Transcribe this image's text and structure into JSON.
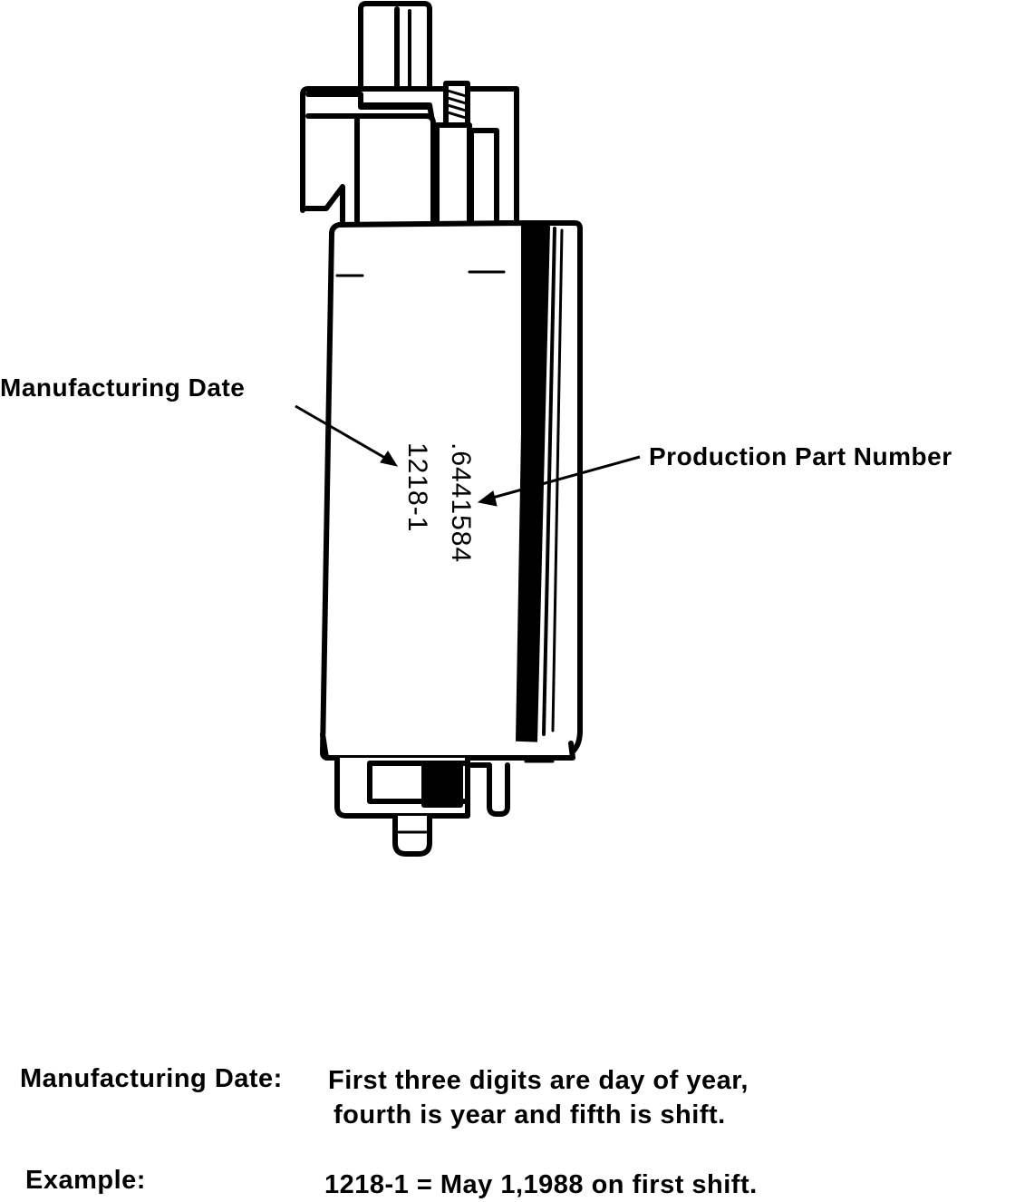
{
  "callouts": {
    "manufacturing_date": "Manufacturing Date",
    "production_part_number": "Production Part Number"
  },
  "stamp": {
    "part_number": ".6441584",
    "date_code": "1218-1"
  },
  "note": {
    "label": "Manufacturing Date:",
    "line1": "First three digits are day of year,",
    "line2": "fourth is year and fifth is shift."
  },
  "example": {
    "label": "Example:",
    "text": "1218-1 = May 1,1988 on first shift."
  }
}
